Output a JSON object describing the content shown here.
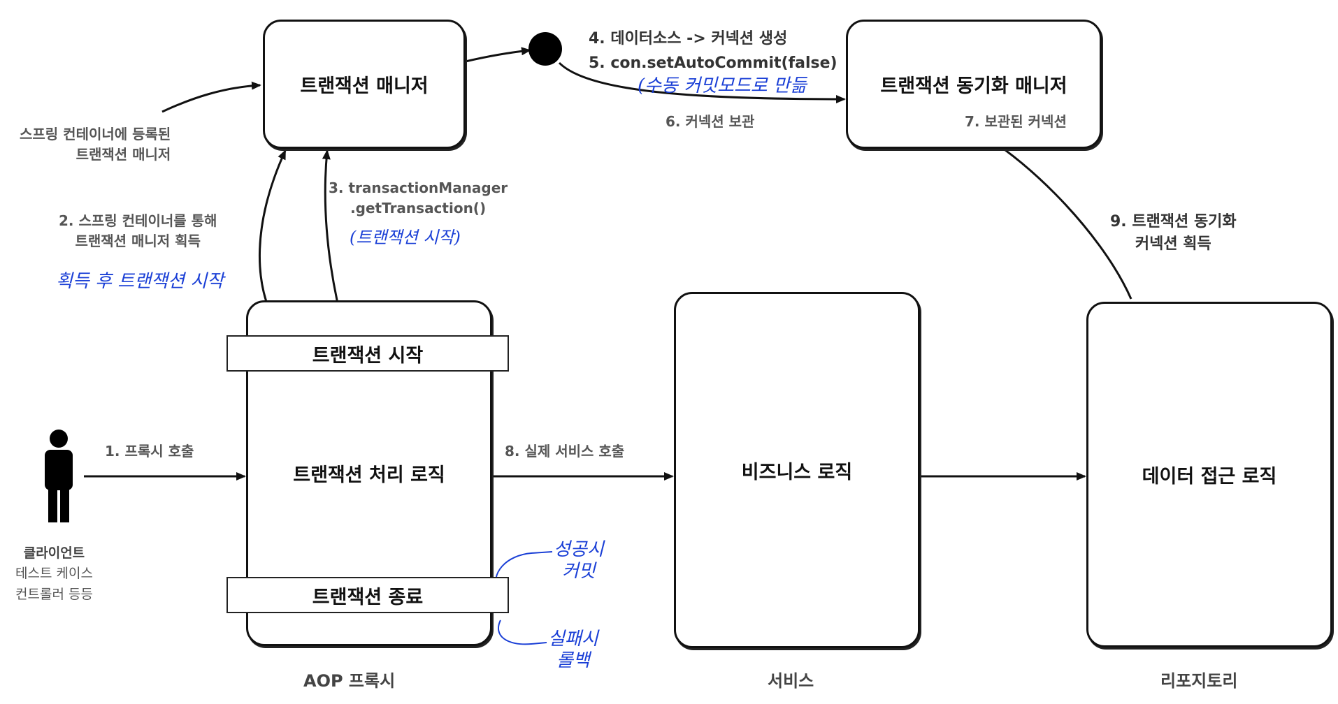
{
  "boxes": {
    "tx_manager": "트랜잭션 매니저",
    "sync_manager": "트랜잭션 동기화 매니저",
    "proxy_logic": "트랜잭션 처리 로직",
    "tx_start": "트랜잭션 시작",
    "tx_end": "트랜잭션 종료",
    "business": "비즈니스 로직",
    "data_access": "데이터 접근 로직"
  },
  "captions": {
    "aop": "AOP 프록시",
    "service": "서비스",
    "repository": "리포지토리"
  },
  "client": {
    "title": "클라이언트",
    "line1": "테스트 케이스",
    "line2": "컨트롤러 등등"
  },
  "labels": {
    "registered_1": "스프링 컨테이너에 등록된",
    "registered_2": "트랜잭션 매니저",
    "step1": "1. 프록시 호출",
    "step2_1": "2. 스프링 컨테이너를 통해",
    "step2_2": "트랜잭션 매니저 획득",
    "step3_1": "3. transactionManager",
    "step3_2": ".getTransaction()",
    "step4": "4. 데이터소스 -> 커넥션 생성",
    "step5": "5. con.setAutoCommit(false)",
    "step6": "6. 커넥션 보관",
    "step7": "7. 보관된 커넥션",
    "step8": "8. 실제 서비스 호출",
    "step9_1": "9. 트랜잭션 동기화",
    "step9_2": "커넥션 획득"
  },
  "handwriting": {
    "manual_commit": "(수동 커밋모드로 만듦",
    "tx_start_note": "(트랜잭션 시작)",
    "acquire_note": "획득 후 트랜잭션 시작",
    "success_1": "성공시",
    "success_2": "커밋",
    "fail_1": "실패시",
    "fail_2": "롤백"
  },
  "colors": {
    "handwriting": "#1a3fd6",
    "stroke": "#111111"
  }
}
